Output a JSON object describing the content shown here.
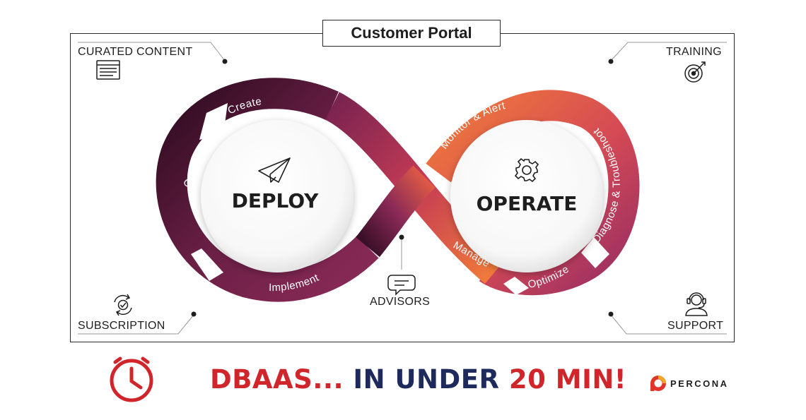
{
  "portal_title": "Customer Portal",
  "corners": {
    "top_left": "CURATED CONTENT",
    "top_right": "TRAINING",
    "bottom_left": "SUBSCRIPTION",
    "bottom_right": "SUPPORT",
    "center": "ADVISORS"
  },
  "loop": {
    "left_circle": "DEPLOY",
    "right_circle": "OPERATE",
    "left_steps": [
      "Create",
      "Configure",
      "Implement"
    ],
    "right_steps": [
      "Monitor & Alert",
      "Diagnose & Troubleshoot",
      "Optimize",
      "Manage"
    ]
  },
  "tagline": {
    "part1": "DBAAS... ",
    "part2": "IN UNDER ",
    "part3": "20 MIN!"
  },
  "brand": "PERCONA",
  "colors": {
    "deploy_dark": "#3a0f27",
    "deploy_mid": "#7a2450",
    "operate_orange": "#f07a3a",
    "operate_magenta": "#a23565",
    "accent_red": "#d0262b",
    "navy": "#1f2a5c"
  },
  "icons": [
    "document-icon",
    "target-icon",
    "subscription-icon",
    "headset-icon",
    "chat-bubble-icon",
    "paper-plane-icon",
    "gear-icon",
    "clock-icon",
    "percona-logo-icon"
  ]
}
